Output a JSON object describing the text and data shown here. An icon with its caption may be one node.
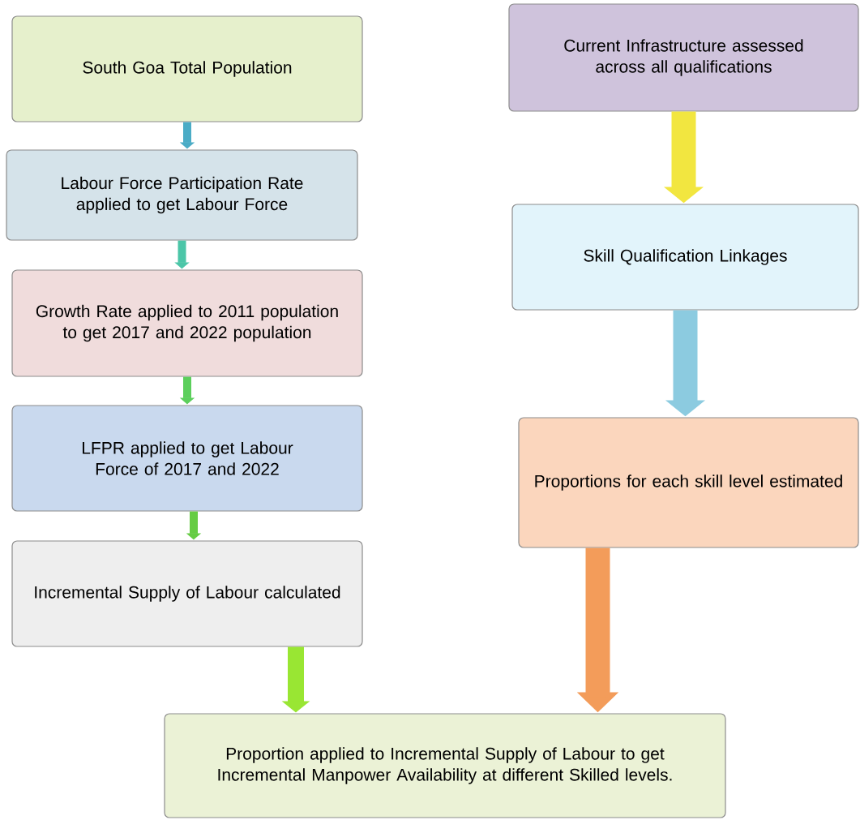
{
  "diagram": {
    "nodes": [
      {
        "text": [
          "South Goa Total Population"
        ]
      },
      {
        "text": [
          "Labour Force Participation Rate applied to get Labour Force"
        ]
      },
      {
        "text": [
          "Growth Rate applied to 2011 population to get 2017 and 2022 population"
        ]
      },
      {
        "text": [
          "LFPR applied to get Labour Force of 2017 and 2022"
        ]
      },
      {
        "text": [
          "Incremental Supply of Labour calculated"
        ]
      },
      {
        "text": [
          "Current Infrastructure assessed across all qualifications"
        ]
      },
      {
        "text": [
          "Skill Qualification Linkages"
        ]
      },
      {
        "text": [
          "Proportions for each skill level estimated"
        ]
      },
      {
        "text": [
          "Proportion applied to Incremental Supply of Labour to get Incremental Manpower Availability at different Skilled levels."
        ]
      }
    ],
    "edges": [
      {
        "from": 0,
        "to": 1,
        "arrow": "to",
        "color": "#4bacc6"
      },
      {
        "from": 1,
        "to": 2,
        "arrow": "to",
        "color": "#4cc6a8"
      },
      {
        "from": 2,
        "to": 3,
        "arrow": "to",
        "color": "#5ccf5c"
      },
      {
        "from": 3,
        "to": 4,
        "arrow": "to",
        "color": "#66cc44"
      },
      {
        "from": 4,
        "to": 8,
        "arrow": "to",
        "style": "thick",
        "color": "#99e633"
      },
      {
        "from": 5,
        "to": 6,
        "arrow": "to",
        "style": "thick",
        "color": "#f2e640"
      },
      {
        "from": 6,
        "to": 7,
        "arrow": "to",
        "style": "thick",
        "color": "#8ccbe0"
      },
      {
        "from": 7,
        "to": 8,
        "arrow": "to",
        "style": "thick",
        "color": "#f39c5a"
      }
    ]
  }
}
